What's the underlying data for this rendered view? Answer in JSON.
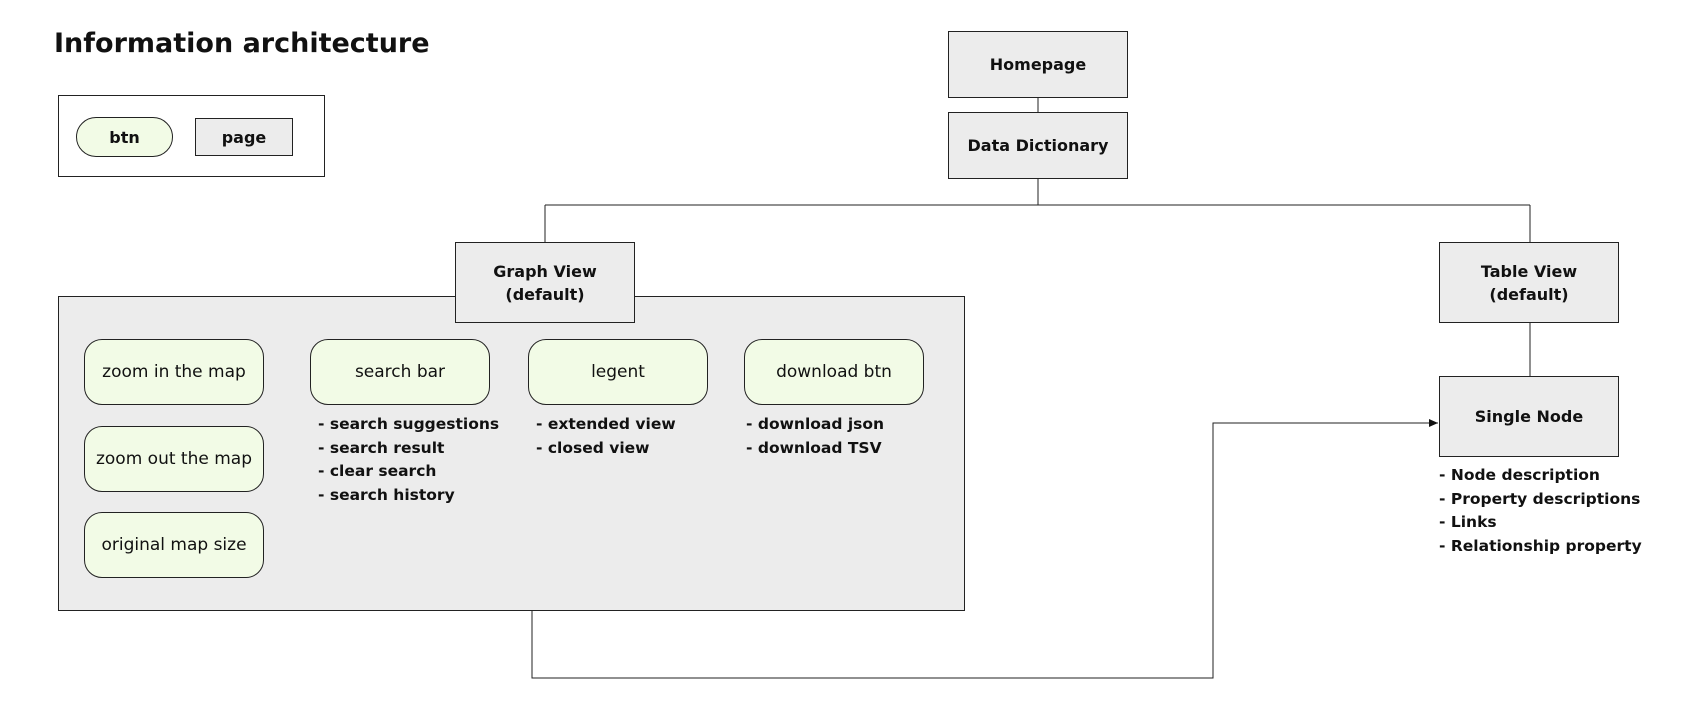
{
  "title": "Information architecture",
  "legend": {
    "btn_label": "btn",
    "page_label": "page",
    "btn_fill": "#f2fbe6",
    "page_fill": "#ececec"
  },
  "pages": {
    "homepage": "Homepage",
    "data_dictionary": "Data Dictionary",
    "graph_view": {
      "line1": "Graph View",
      "line2": "(default)"
    },
    "table_view": {
      "line1": "Table View",
      "line2": "(default)"
    },
    "single_node": "Single Node"
  },
  "graph_buttons": {
    "zoom_in": "zoom in the map",
    "zoom_out": "zoom out the map",
    "original_size": "original map size",
    "search_bar": "search bar",
    "legend": "legent",
    "download": "download btn"
  },
  "notes": {
    "search": [
      "search suggestions",
      "search result",
      "clear search",
      "search history"
    ],
    "legend": [
      "extended view",
      "closed view"
    ],
    "download": [
      "download json",
      "download TSV"
    ],
    "single_node": [
      "Node description",
      "Property descriptions",
      "Links",
      "Relationship property"
    ]
  }
}
